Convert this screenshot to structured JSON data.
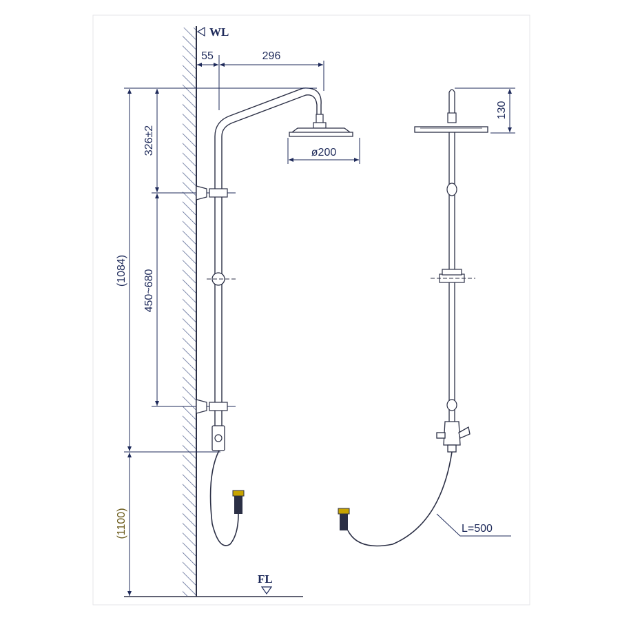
{
  "labels": {
    "water_level": "WL",
    "floor_level": "FL",
    "offset_wall": "55",
    "arm_length": "296",
    "head_diameter": "ø200",
    "arm_height": "326±2",
    "bracket_spacing": "450~680",
    "total_height": "(1084)",
    "mount_height": "(1100)",
    "head_thickness": "130",
    "hose_length": "L=500"
  },
  "colors": {
    "line": "#2b2f45",
    "dim": "#1e2a5a",
    "hatch": "#4a5a8a",
    "accent": "#c8a400",
    "paren": "#6a5a1a"
  }
}
